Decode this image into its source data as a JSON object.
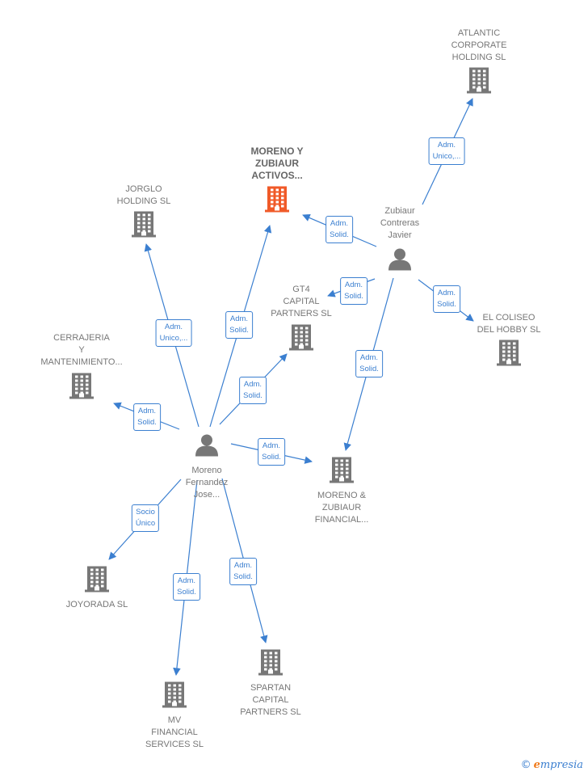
{
  "colors": {
    "edge": "#3b7fd0",
    "building": "#777777",
    "building_focus": "#f05a28",
    "person": "#777777"
  },
  "nodes": [
    {
      "id": "moreno_zubiaur_activos",
      "type": "company",
      "focus": true,
      "label": [
        "MORENO Y",
        "ZUBIAUR",
        "ACTIVOS..."
      ]
    },
    {
      "id": "atlantic",
      "type": "company",
      "label": [
        "ATLANTIC",
        "CORPORATE",
        "HOLDING  SL"
      ]
    },
    {
      "id": "jorglo",
      "type": "company",
      "label": [
        "JORGLO",
        "HOLDING  SL"
      ]
    },
    {
      "id": "gt4",
      "type": "company",
      "label": [
        "GT4",
        "CAPITAL",
        "PARTNERS  SL"
      ]
    },
    {
      "id": "coliseo",
      "type": "company",
      "label": [
        "EL COLISEO",
        "DEL HOBBY SL"
      ]
    },
    {
      "id": "cerrajeria",
      "type": "company",
      "label": [
        "CERRAJERIA",
        "Y",
        "MANTENIMIENTO..."
      ]
    },
    {
      "id": "moreno_zubiaur_financial",
      "type": "company",
      "label": [
        "MORENO &",
        "ZUBIAUR",
        "FINANCIAL..."
      ]
    },
    {
      "id": "joyorada",
      "type": "company",
      "label": [
        "JOYORADA SL"
      ]
    },
    {
      "id": "mv",
      "type": "company",
      "label": [
        "MV",
        "FINANCIAL",
        "SERVICES  SL"
      ]
    },
    {
      "id": "spartan",
      "type": "company",
      "label": [
        "SPARTAN",
        "CAPITAL",
        "PARTNERS  SL"
      ]
    },
    {
      "id": "zubiaur",
      "type": "person",
      "label": [
        "Zubiaur",
        "Contreras",
        "Javier"
      ]
    },
    {
      "id": "moreno",
      "type": "person",
      "label": [
        "Moreno",
        "Fernandez",
        "Jose..."
      ]
    }
  ],
  "edges": [
    {
      "from": "zubiaur",
      "to": "atlantic",
      "label": [
        "Adm.",
        "Unico,..."
      ]
    },
    {
      "from": "zubiaur",
      "to": "moreno_zubiaur_activos",
      "label": [
        "Adm.",
        "Solid."
      ]
    },
    {
      "from": "zubiaur",
      "to": "gt4",
      "label": [
        "Adm.",
        "Solid."
      ]
    },
    {
      "from": "zubiaur",
      "to": "coliseo",
      "label": [
        "Adm.",
        "Solid."
      ]
    },
    {
      "from": "zubiaur",
      "to": "moreno_zubiaur_financial",
      "label": [
        "Adm.",
        "Solid."
      ]
    },
    {
      "from": "moreno",
      "to": "jorglo",
      "label": [
        "Adm.",
        "Unico,..."
      ]
    },
    {
      "from": "moreno",
      "to": "moreno_zubiaur_activos",
      "label": [
        "Adm.",
        "Solid."
      ]
    },
    {
      "from": "moreno",
      "to": "gt4",
      "label": [
        "Adm.",
        "Solid."
      ]
    },
    {
      "from": "moreno",
      "to": "cerrajeria",
      "label": [
        "Adm.",
        "Solid."
      ]
    },
    {
      "from": "moreno",
      "to": "moreno_zubiaur_financial",
      "label": [
        "Adm.",
        "Solid."
      ]
    },
    {
      "from": "moreno",
      "to": "joyorada",
      "label": [
        "Socio",
        "Único"
      ]
    },
    {
      "from": "moreno",
      "to": "mv",
      "label": [
        "Adm.",
        "Solid."
      ]
    },
    {
      "from": "moreno",
      "to": "spartan",
      "label": [
        "Adm.",
        "Solid."
      ]
    }
  ],
  "brand": {
    "copyright": "©",
    "initial": "e",
    "rest": "mpresia"
  }
}
